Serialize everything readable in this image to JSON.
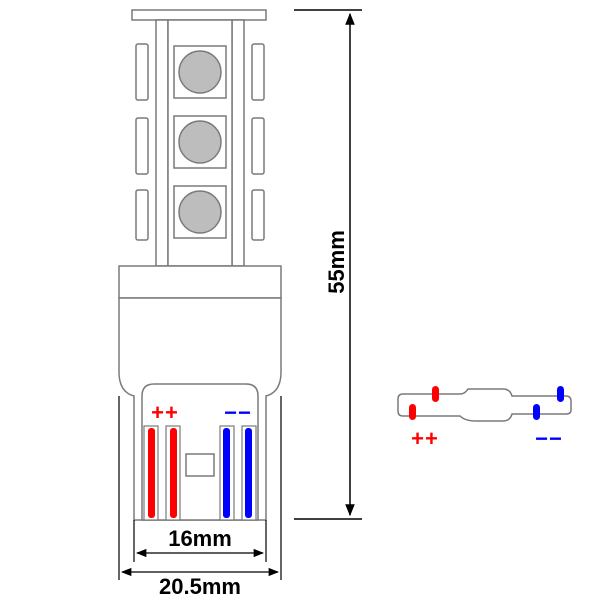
{
  "dimensions": {
    "height_label": "55mm",
    "inner_width_label": "16mm",
    "outer_width_label": "20.5mm"
  },
  "polarity": {
    "positive": "++",
    "negative": "−−"
  },
  "colors": {
    "outline": "#7a7a7a",
    "body_fill": "#ffffff",
    "led_fill": "#bdbdbd",
    "positive": "#ff0000",
    "negative": "#0000ff",
    "dimension_line": "#000000"
  }
}
